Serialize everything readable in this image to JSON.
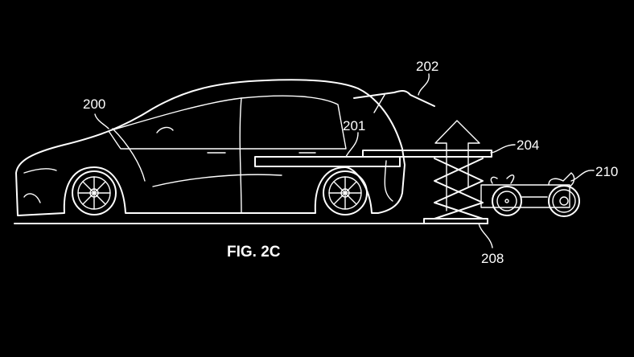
{
  "figure": {
    "caption": "FIG. 2C",
    "labels": {
      "vehicle": "200",
      "slide_out_tray": "201",
      "liftgate": "202",
      "lift_platform": "204",
      "base_platform": "208",
      "wheelchair": "210"
    },
    "colors": {
      "background": "#000000",
      "line": "#ffffff"
    }
  }
}
